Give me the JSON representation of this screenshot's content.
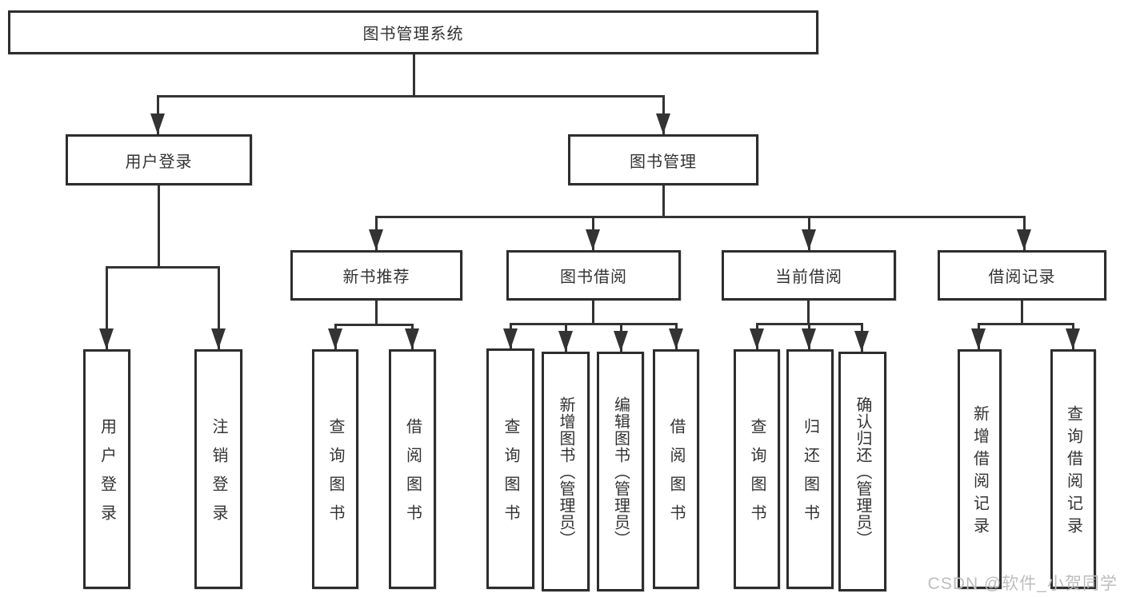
{
  "tree": {
    "label": "图书管理系统",
    "children": [
      {
        "label": "用户登录",
        "children": [
          {
            "label": "用户登录"
          },
          {
            "label": "注销登录"
          }
        ]
      },
      {
        "label": "图书管理",
        "children": [
          {
            "label": "新书推荐",
            "children": [
              {
                "label": "查询图书"
              },
              {
                "label": "借阅图书"
              }
            ]
          },
          {
            "label": "图书借阅",
            "children": [
              {
                "label": "查询图书"
              },
              {
                "label": "新增图书（管理员）"
              },
              {
                "label": "编辑图书（管理员）"
              },
              {
                "label": "借阅图书"
              }
            ]
          },
          {
            "label": "当前借阅",
            "children": [
              {
                "label": "查询图书"
              },
              {
                "label": "归还图书"
              },
              {
                "label": "确认归还（管理员）"
              }
            ]
          },
          {
            "label": "借阅记录",
            "children": [
              {
                "label": "新增借阅记录"
              },
              {
                "label": "查询借阅记录"
              }
            ]
          }
        ]
      }
    ]
  },
  "watermark": {
    "text": "CSDN @软件_小贺同学"
  },
  "colors": {
    "line": "#333333",
    "box_border": "#2d2d2d",
    "text": "#333333",
    "watermark": "#bdbdbd",
    "background": "#ffffff"
  }
}
